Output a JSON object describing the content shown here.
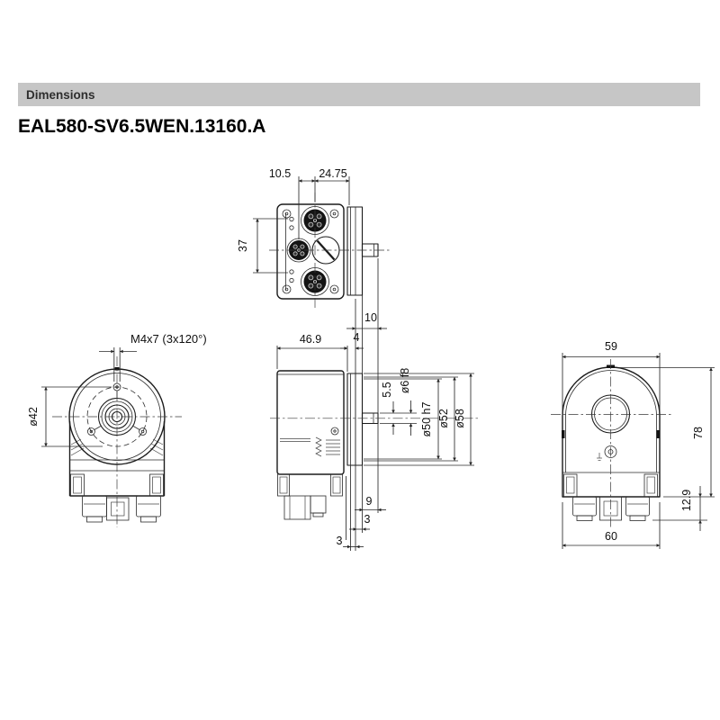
{
  "section_header": {
    "label": "Dimensions"
  },
  "page": {
    "title": "EAL580-SV6.5WEN.13160.A"
  },
  "views": {
    "top": {
      "dims": {
        "connector_offset": "10.5",
        "flange_offset": "24.75",
        "connector_spacing": "37"
      }
    },
    "front": {
      "dims": {
        "mounting_holes": "M4x7 (3x120°)",
        "bolt_circle": "ø42"
      }
    },
    "side": {
      "dims": {
        "housing_length": "46.9",
        "flange_thickness": "4",
        "shaft_length": "10",
        "clamp_depth": "5.5",
        "shaft_diameter": "ø6 f8",
        "pilot_diameter": "ø50 h7",
        "flange_diameter": "ø52",
        "housing_diameter": "ø58",
        "offset_9": "9",
        "offset_3a": "3",
        "offset_3b": "3"
      }
    },
    "rear": {
      "dims": {
        "width": "59",
        "height": "78",
        "connector_height": "12.9",
        "base_width": "60"
      }
    }
  }
}
